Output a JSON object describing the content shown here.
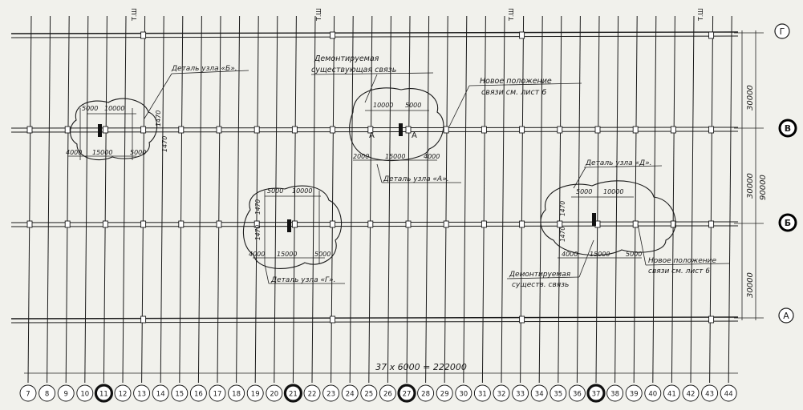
{
  "bottom_circles": [
    "7",
    "8",
    "9",
    "10",
    "11",
    "12",
    "13",
    "14",
    "15",
    "16",
    "17",
    "18",
    "19",
    "20",
    "21",
    "22",
    "23",
    "24",
    "25",
    "26",
    "27",
    "28",
    "29",
    "30",
    "31",
    "32",
    "33",
    "34",
    "35",
    "36",
    "37",
    "38",
    "39",
    "40",
    "41",
    "42",
    "43",
    "44"
  ],
  "highlighted_circles": [
    "11",
    "21",
    "27",
    "37"
  ],
  "row_labels": [
    {
      "label": "Г",
      "highlight": false
    },
    {
      "label": "В",
      "highlight": true
    },
    {
      "label": "Б",
      "highlight": true
    },
    {
      "label": "А",
      "highlight": false
    }
  ],
  "right_dims": {
    "top": "30000",
    "middle": "30000",
    "bottom": "30000",
    "total": "90000"
  },
  "bottom_total": "37 х 6000 = 222000",
  "top_marks": [
    "Т.Ш",
    "Т.Ш",
    "Т.Ш",
    "Т.Ш"
  ],
  "notes": {
    "detail_b": "Деталь узла «Б».",
    "demount_1": "Демонтируемая",
    "demount_1b": "существующая связь",
    "new_link_1": "Новое положение",
    "new_link_1b": "связи см. лист 6",
    "detail_a": "Деталь узла «А».",
    "detail_d": "Деталь узла «Д».",
    "detail_g": "Деталь узла «Г».",
    "demount_2": "Демонтируемая",
    "demount_2b": "существ. связь",
    "new_link_2": "Новое положение",
    "new_link_2b": "связи см. лист 6"
  },
  "det_b": {
    "d1": "5000",
    "d2": "10000",
    "d3": "4000",
    "d4": "15000",
    "d5": "5000",
    "v1": "1470",
    "v2": "1470"
  },
  "det_a": {
    "d1": "10000",
    "d2": "5000",
    "d3": "2000",
    "d4": "15000",
    "d5": "4000",
    "sec": "А",
    "sec2": "А"
  },
  "det_g": {
    "d1": "5000",
    "d2": "10000",
    "d3": "4000",
    "d4": "15000",
    "d5": "5000",
    "v1": "1470",
    "v2": "1470"
  },
  "det_d": {
    "d1": "5000",
    "d2": "10000",
    "d3": "4000",
    "d4": "15000",
    "d5": "5000",
    "v1": "1470",
    "v2": "1470"
  }
}
